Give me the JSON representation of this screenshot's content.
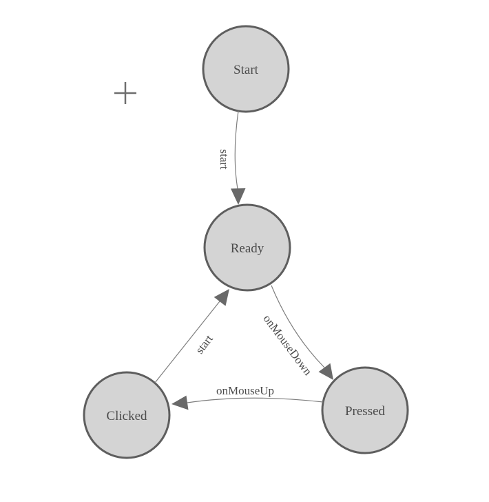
{
  "diagram": {
    "type": "state-machine",
    "colors": {
      "canvas_bg": "#ffffff",
      "node_fill": "#d4d4d4",
      "node_stroke": "#5e5e5e",
      "edge_color": "#7e7e7e",
      "arrow_color": "#696969",
      "text_color": "#4b4b4b",
      "plus_color": "#6e6e6e"
    },
    "nodes": {
      "start": {
        "label": "Start"
      },
      "ready": {
        "label": "Ready"
      },
      "clicked": {
        "label": "Clicked"
      },
      "pressed": {
        "label": "Pressed"
      }
    },
    "edges": {
      "start_to_ready": {
        "from": "Start",
        "to": "Ready",
        "label": "start"
      },
      "clicked_to_ready": {
        "from": "Clicked",
        "to": "Ready",
        "label": "start"
      },
      "ready_to_pressed": {
        "from": "Ready",
        "to": "Pressed",
        "label": "onMouseDown"
      },
      "pressed_to_clicked": {
        "from": "Pressed",
        "to": "Clicked",
        "label": "onMouseUp"
      }
    },
    "icons": {
      "canvas_marker": "plus-crosshair"
    }
  }
}
